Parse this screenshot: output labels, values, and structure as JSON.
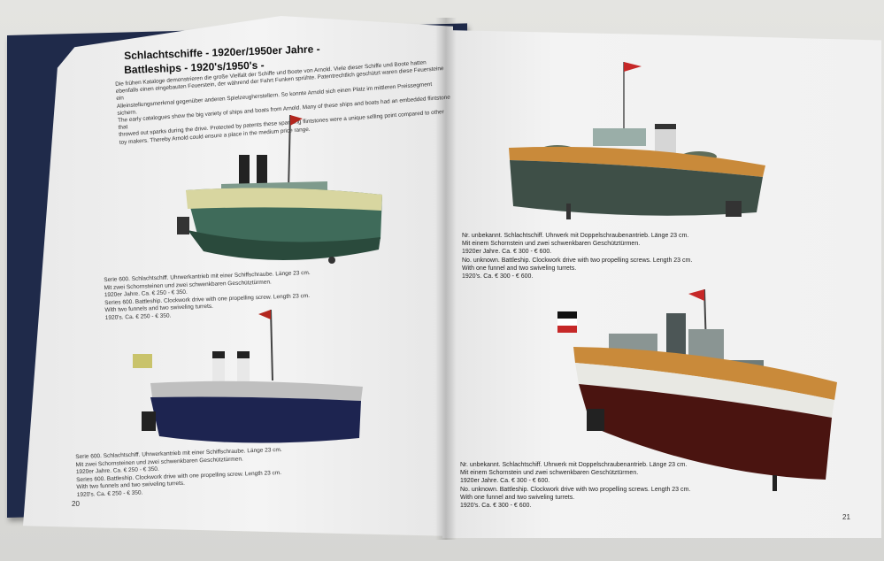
{
  "left_page": {
    "title_line1": "Schlachtschiffe - 1920er/1950er Jahre -",
    "title_line2": "Battleships - 1920's/1950's -",
    "intro_lines": [
      "Die frühen Kataloge demonstrieren die große Vielfalt der Schiffe und Boote von Arnold. Viele dieser Schiffe und Boote hatten",
      "ebenfalls einen eingebauten Feuerstein, der während der Fahrt Funken sprühte. Patentrechtlich geschützt waren diese Feuersteine ein",
      "Alleinstellungsmerkmal gegenüber anderen Spielzeugherstellern. So konnte Arnold sich einen Platz im mittleren Preissegment sichern.",
      "The early catalogues show the big variety of ships and boats from Arnold. Many of these ships and boats had an embedded flintstone that",
      "throwed out sparks during the drive. Protected by patents these sparkling flintstones were a unique selling point compared to other",
      "toy makers. Thereby Arnold could ensure a place in the medium price range."
    ],
    "caption1": [
      "Serie 600. Schlachtschiff. Uhrwerkantrieb mit einer Schiffschraube. Länge 23 cm.",
      "Mit zwei Schornsteinen und zwei schwenkbaren Geschütztürmen.",
      "1920er Jahre. Ca. € 250 - € 350.",
      "Series 600. Battleship. Clockwork drive with one propelling screw. Length 23 cm.",
      "With two funnels and two swiveling turrets.",
      "1920's. Ca. € 250 - € 350."
    ],
    "caption2": [
      "Serie 600. Schlachtschiff. Uhrwerkantrieb mit einer Schiffschraube. Länge 23 cm.",
      "Mit zwei Schornsteinen und zwei schwenkbaren Geschütztürmen.",
      "1920er Jahre. Ca. € 250 - € 350.",
      "Series 600. Battleship. Clockwork drive with one propelling screw. Length 23 cm.",
      "With two funnels and two swiveling turrets.",
      "1920's. Ca. € 250 - € 350."
    ],
    "page_number": "20"
  },
  "right_page": {
    "caption1": [
      "Nr. unbekannt. Schlachtschiff. Uhrwerk mit Doppelschraubenantrieb. Länge 23 cm.",
      "Mit einem Schornstein und zwei schwenkbaren Geschütztürmen.",
      "1920er Jahre. Ca. € 300 - € 600.",
      "No. unknown. Battleship. Clockwork drive with two propelling screws. Length 23 cm.",
      "With one funnel and two swiveling turrets.",
      "1920's. Ca. € 300 - € 600."
    ],
    "caption2": [
      "Nr. unbekannt. Schlachtschiff. Uhrwerk mit Doppelschraubenantrieb. Länge 23 cm.",
      "Mit einem Schornstein und zwei schwenkbaren Geschütztürmen.",
      "1920er Jahre. Ca. € 300 - € 600.",
      "No. unknown. Battleship. Clockwork drive with two propelling screws. Length 23 cm.",
      "With one funnel and two swiveling turrets.",
      "1920's. Ca. € 300 - € 600."
    ],
    "page_number": "21"
  },
  "colors": {
    "cover": "#1f2a4a",
    "hull_green": "#3f6b5a",
    "deck_cream": "#d8d6a0",
    "hull_navy": "#1d2450",
    "hull_maroon": "#4a1410",
    "deck_orange": "#c98a3a",
    "superstructure_grey": "#8b9a96"
  }
}
